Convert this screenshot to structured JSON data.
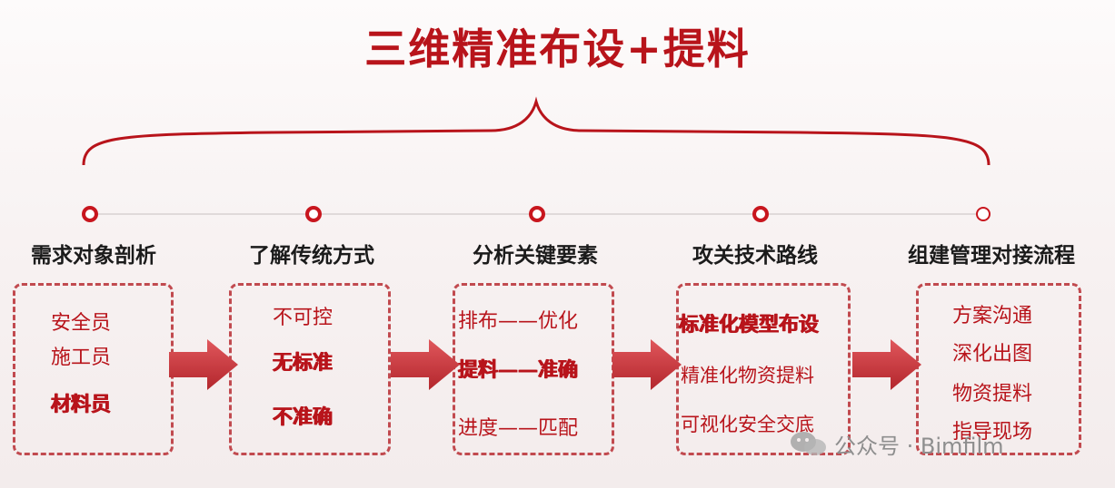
{
  "title": "三维精准布设+提料",
  "steps": [
    {
      "header": "需求对象剖析",
      "items": [
        "安全员",
        "施工员",
        "材料员"
      ]
    },
    {
      "header": "了解传统方式",
      "items": [
        "不可控",
        "无标准",
        "不准确"
      ]
    },
    {
      "header": "分析关键要素",
      "items": [
        "排布——优化",
        "提料——准确",
        "进度——匹配"
      ]
    },
    {
      "header": "攻关技术路线",
      "items": [
        "标准化模型布设",
        "精准化物资提料",
        "可视化安全交底"
      ]
    },
    {
      "header": "组建管理对接流程",
      "items": [
        "方案沟通",
        "深化出图",
        "物资提料",
        "指导现场"
      ]
    }
  ],
  "watermark": "公众号 · Bimfilm",
  "colors": {
    "accent": "#b8141b",
    "dashed_border": "#c14a4f",
    "arrow": "#c9373d",
    "heading": "#1b1b1b"
  },
  "icons": [
    "step-node-icon",
    "right-arrow-icon",
    "wechat-icon"
  ]
}
